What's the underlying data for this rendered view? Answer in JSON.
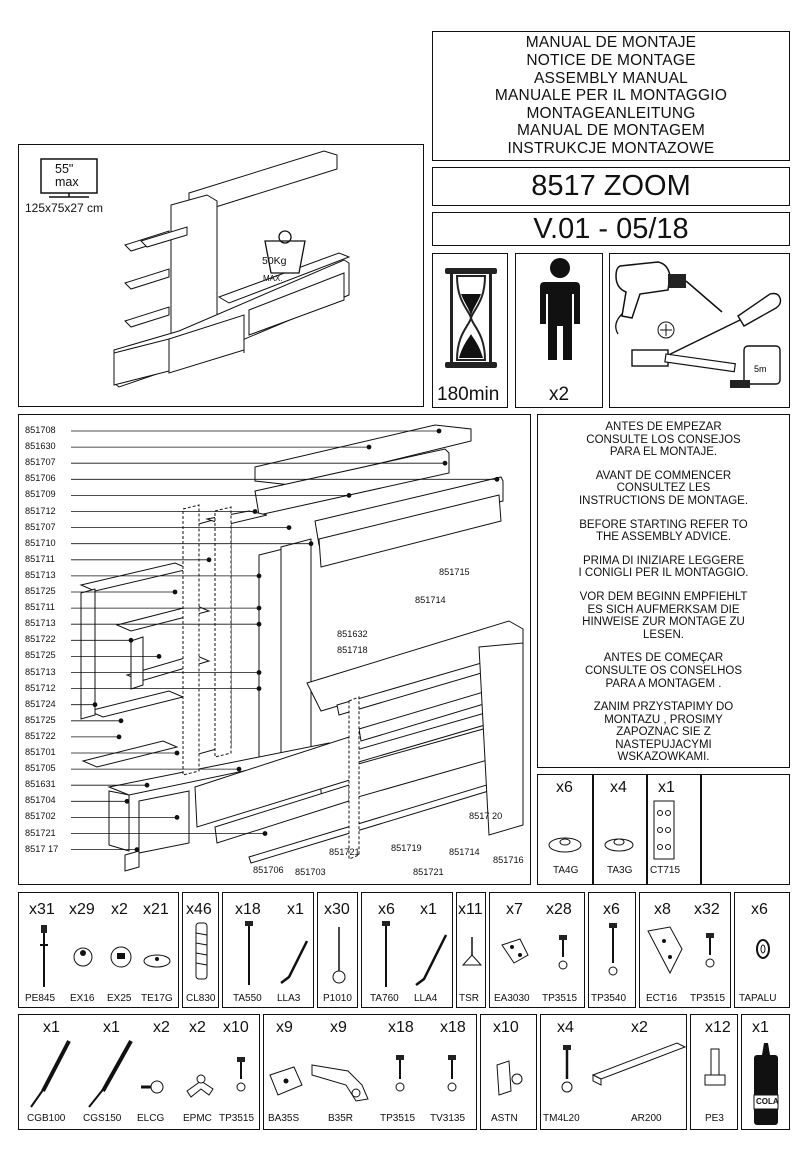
{
  "titles": [
    "MANUAL DE MONTAJE",
    "NOTICE DE MONTAGE",
    "ASSEMBLY MANUAL",
    "MANUALE PER IL MONTAGGIO",
    "MONTAGEANLEITUNG",
    "MANUAL DE MONTAGEM",
    "INSTRUKCJE MONTAZOWE"
  ],
  "model": "8517 ZOOM",
  "version": "V.01 - 05/18",
  "time": "180min",
  "persons": "x2",
  "overview": {
    "tv_size": "55\"",
    "tv_max": "max",
    "dimensions": "125x75x27 cm",
    "weight": "50Kg",
    "weight_max": "MAX."
  },
  "parts_left": [
    "851708",
    "851630",
    "851707",
    "851706",
    "851709",
    "851712",
    "851707",
    "851710",
    "851711",
    "851713",
    "851725",
    "851711",
    "851713",
    "851722",
    "851725",
    "851713",
    "851712",
    "851724",
    "851725",
    "851722",
    "851701",
    "851705",
    "851631",
    "851704",
    "851702",
    "851721",
    "851717"
  ],
  "parts_left_display": [
    "851708",
    "851630",
    "851707",
    "851706",
    "851709",
    "851712",
    "851707",
    "851710",
    "851711",
    "851713",
    "851725",
    "851711",
    "851713",
    "851722",
    "851725",
    "851713",
    "851712",
    "851724",
    "851725",
    "851722",
    "851701",
    "851705",
    "851631",
    "851704",
    "851702",
    "851721",
    "8517 17"
  ],
  "parts_center": {
    "p851715": "851715",
    "p851714a": "851714",
    "p851632": "851632",
    "p851718": "851718",
    "p851720": "8517 20",
    "p851706": "851706",
    "p851703": "851703",
    "p851721a": "851721",
    "p851719": "851719",
    "p851714b": "851714",
    "p851716": "851716",
    "p851721b": "851721"
  },
  "advice": [
    [
      "ANTES DE EMPEZAR",
      "CONSULTE LOS CONSEJOS",
      "PARA EL MONTAJE."
    ],
    [
      "AVANT DE COMMENCER",
      "CONSULTEZ LES",
      "INSTRUCTIONS DE MONTAGE."
    ],
    [
      "BEFORE STARTING REFER TO",
      "THE ASSEMBLY ADVICE."
    ],
    [
      "PRIMA DI INIZIARE LEGGERE",
      "I CONIGLI PER IL MONTAGGIO."
    ],
    [
      "VOR DEM BEGINN EMPFIEHLT",
      "ES SICH AUFMERKSAM DIE",
      "HINWEISE ZUR MONTAGE ZU",
      "LESEN."
    ],
    [
      "ANTES DE COMEÇAR",
      "CONSULTE OS CONSELHOS",
      "PARA A MONTAGEM ."
    ],
    [
      "ZANIM PRZYSTAPIMY DO",
      "MONTAZU , PROSIMY",
      "ZAPOZNAC SIE Z",
      "NASTEPUJACYMI",
      "WSKAZOWKAMI."
    ]
  ],
  "hardware_small": [
    {
      "count": "x6",
      "code": "TA4G"
    },
    {
      "count": "x4",
      "code": "TA3G"
    },
    {
      "count": "x1",
      "code": "CT715"
    }
  ],
  "hardware_row1": [
    {
      "count": "x31",
      "code": "PE845"
    },
    {
      "count": "x29",
      "code": "EX16"
    },
    {
      "count": "x2",
      "code": "EX25"
    },
    {
      "count": "x21",
      "code": "TE17G"
    },
    {
      "count": "x46",
      "code": "CL830"
    },
    {
      "count": "x18",
      "code": "TA550"
    },
    {
      "count": "x1",
      "code": "LLA3"
    },
    {
      "count": "x30",
      "code": "P1010"
    },
    {
      "count": "x6",
      "code": "TA760"
    },
    {
      "count": "x1",
      "code": "LLA4"
    },
    {
      "count": "x11",
      "code": "TSR"
    },
    {
      "count": "x7",
      "code": "EA3030"
    },
    {
      "count": "x28",
      "code": "TP3515"
    },
    {
      "count": "x6",
      "code": "TP3540"
    },
    {
      "count": "x8",
      "code": "ECT16"
    },
    {
      "count": "x32",
      "code": "TP3515"
    },
    {
      "count": "x6",
      "code": "TAPALU"
    }
  ],
  "hardware_row2": [
    {
      "count": "x1",
      "code": "CGB100"
    },
    {
      "count": "x1",
      "code": "CGS150"
    },
    {
      "count": "x2",
      "code": "ELCG"
    },
    {
      "count": "x2",
      "code": "EPMC"
    },
    {
      "count": "x10",
      "code": "TP3515"
    },
    {
      "count": "x9",
      "code": "BA35S"
    },
    {
      "count": "x9",
      "code": "B35R"
    },
    {
      "count": "x18",
      "code": "TP3515"
    },
    {
      "count": "x18",
      "code": "TV3135"
    },
    {
      "count": "x10",
      "code": "ASTN"
    },
    {
      "count": "x4",
      "code": "TM4L20"
    },
    {
      "count": "x2",
      "code": "AR200"
    },
    {
      "count": "x12",
      "code": "PE3"
    },
    {
      "count": "x1",
      "code": "COLA"
    }
  ],
  "glue_label": "COLA"
}
